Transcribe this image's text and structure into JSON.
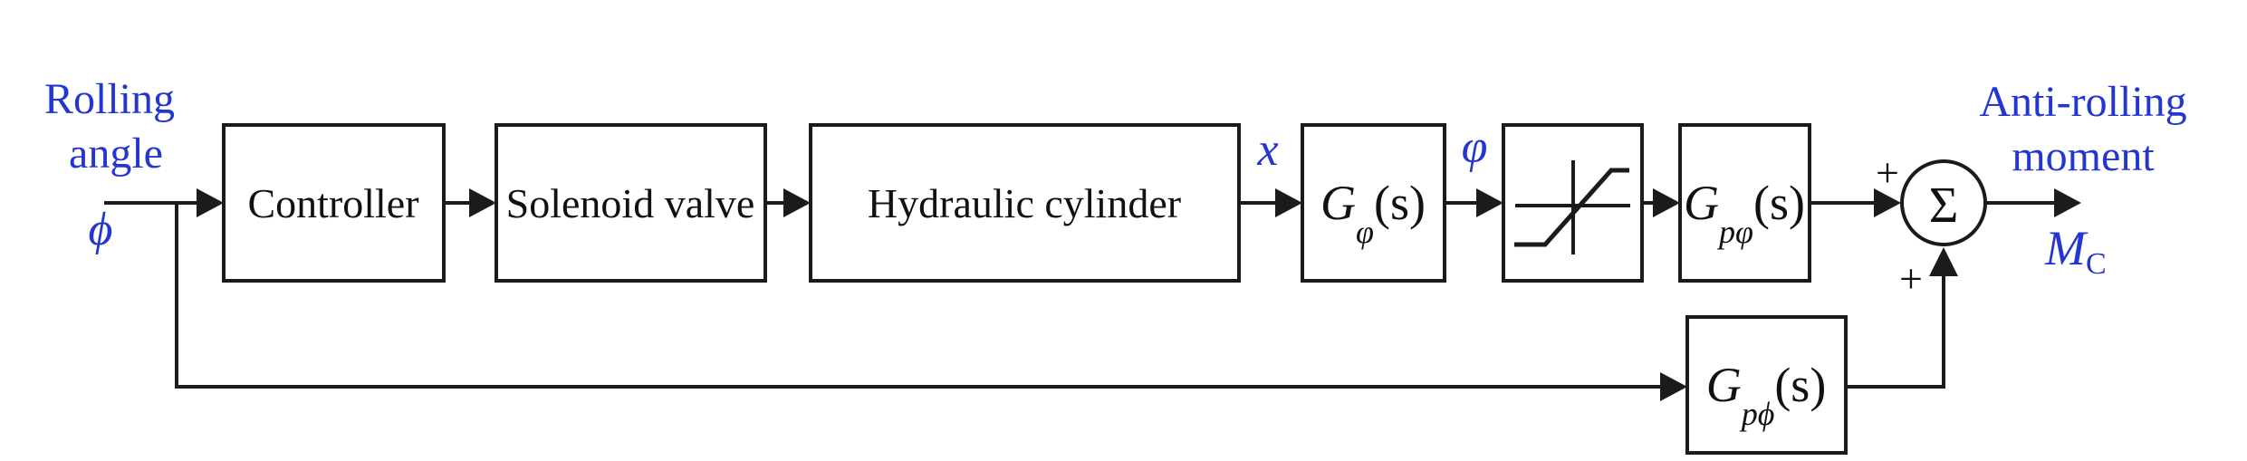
{
  "diagram": {
    "title": "anti-rolling moment control block diagram",
    "colors": {
      "label_blue": "#2436d2",
      "line_black": "#1b1b1b"
    },
    "input": {
      "label_line1": "Rolling",
      "label_line2": "angle",
      "symbol": "ϕ"
    },
    "output": {
      "label_line1": "Anti-rolling",
      "label_line2": "moment",
      "symbol_main": "M",
      "symbol_sub": "C"
    },
    "blocks": {
      "controller": "Controller",
      "solenoid_valve": "Solenoid valve",
      "hydraulic_cylinder": "Hydraulic cylinder",
      "g_phi": {
        "main": "G",
        "sub": "φ",
        "arg": "(s)"
      },
      "g_p_varphi": {
        "main": "G",
        "sub": "pφ",
        "arg": "(s)"
      },
      "g_p_phi": {
        "main": "G",
        "sub": "pϕ",
        "arg": "(s)"
      }
    },
    "signals": {
      "x": "x",
      "phi": "φ",
      "plus_top": "+",
      "plus_bottom": "+",
      "sum": "Σ"
    }
  }
}
